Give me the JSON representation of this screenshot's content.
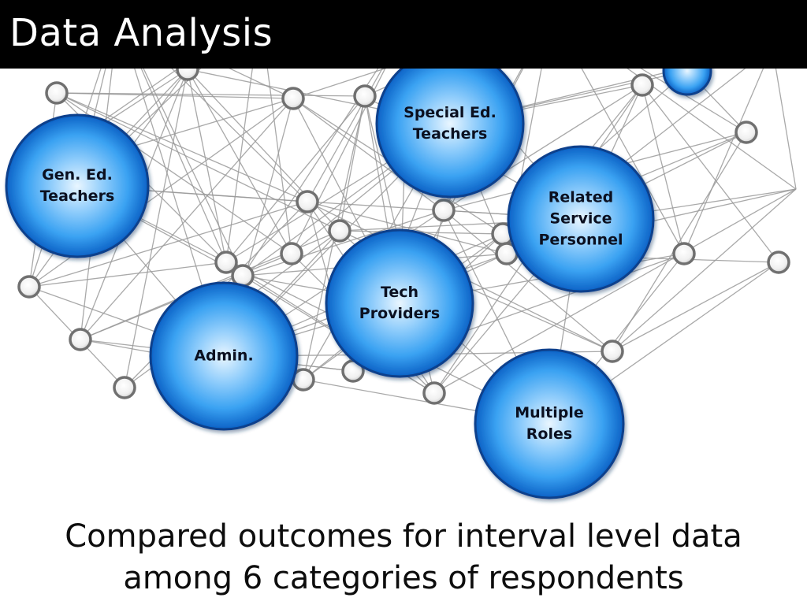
{
  "slide": {
    "title": "Data Analysis",
    "caption": [
      "Compared outcomes for interval level data",
      "among 6 categories of respondents"
    ]
  },
  "diagram": {
    "hubs": [
      {
        "id": "special-ed-teachers",
        "lines": [
          "Special Ed.",
          "Teachers"
        ]
      },
      {
        "id": "gen-ed-teachers",
        "lines": [
          "Gen. Ed.",
          "Teachers"
        ]
      },
      {
        "id": "related-service-personnel",
        "lines": [
          "Related",
          "Service",
          "Personnel"
        ]
      },
      {
        "id": "tech-providers",
        "lines": [
          "Tech",
          "Providers"
        ]
      },
      {
        "id": "admin",
        "lines": [
          "Admin."
        ]
      },
      {
        "id": "multiple-roles",
        "lines": [
          "Multiple",
          "Roles"
        ]
      }
    ]
  },
  "colors": {
    "title_bar": "#000000",
    "title_text": "#ffffff",
    "hub_light": "#e9f6ff",
    "hub_mid": "#3aa2f2",
    "hub_dark": "#0c62c6",
    "hub_rim": "#113f8c",
    "edge": "#9a9a9a",
    "small_node_fill": "#ffffff",
    "small_node_stroke": "#707070"
  }
}
